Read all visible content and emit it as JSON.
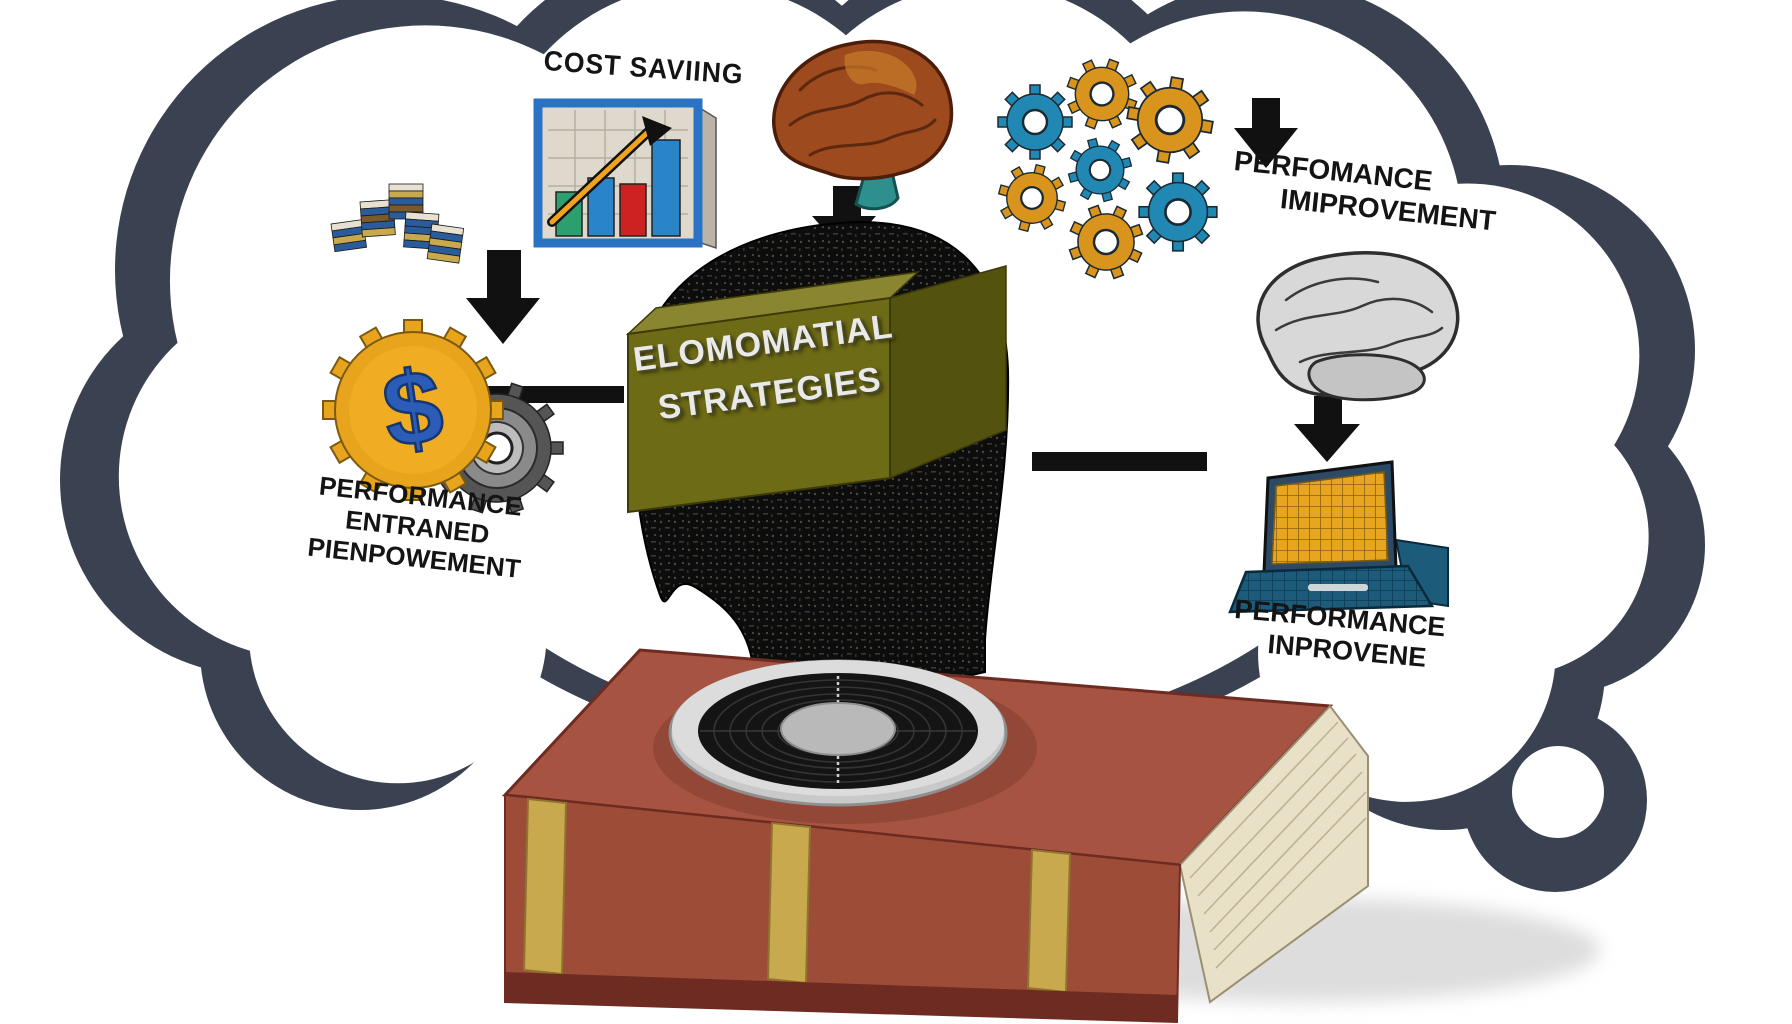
{
  "scene": {
    "description": "Thought-cloud concept illustration about strategies, hovering above a closed book with a speaker disc",
    "labels": {
      "cost_saving": "COST SAVIING",
      "improvement_top": {
        "line1": "PERFOMANCE",
        "line2": "IMIPROVEMENT"
      },
      "empowerment_left": {
        "line1": "PERFORMANCE",
        "line2": "ENTRANED",
        "line3": "PIENPOWEMENT"
      },
      "improvement_bottom": {
        "line1": "PERFORMANCE",
        "line2": "INPROVENE"
      },
      "strategy_box": {
        "line1": "ELOMOMATIAL",
        "line2": "STRATEGIES"
      }
    },
    "icons": {
      "cloud": {
        "color": "#3a4150"
      },
      "book_stacks": {
        "colors": [
          "#2a5c9c",
          "#c9a94e",
          "#e8e0d0"
        ]
      },
      "dollar_gear": {
        "symbol": "$",
        "gear": "#e8a41c",
        "dollar": "#2a5cb8",
        "metal_gear": "#888888"
      },
      "bar_chart": {
        "frame": "#2a72c4",
        "bars": [
          "#2ba06e",
          "#2a84c8",
          "#cc2222",
          "#2a84c8"
        ],
        "trend": "#f0a41c"
      },
      "brain_color": {
        "fill": "#9c4a1e",
        "stem": "#2e8f8f"
      },
      "gears_cluster": {
        "teal": "#2188b4",
        "orange": "#d8941c"
      },
      "brain_sketch": {
        "fill": "#d8d8d8"
      },
      "laptop": {
        "screen": "#e8a51f",
        "body": "#1d5b7a"
      },
      "head_silhouette": {
        "fill": "#0d0d0d"
      },
      "strategy_box_colors": {
        "front": "#6e6b17",
        "side": "#54520f",
        "top": "#8a8530"
      },
      "book": {
        "cover": "#a65441",
        "pages": "#e9e0c8",
        "bands": "#c9a94e",
        "base": "#6e2b22"
      },
      "speaker_disc": {
        "ring": "#c9c9c9",
        "mesh": "#111111"
      },
      "arrow": {
        "color": "#111111"
      }
    }
  }
}
